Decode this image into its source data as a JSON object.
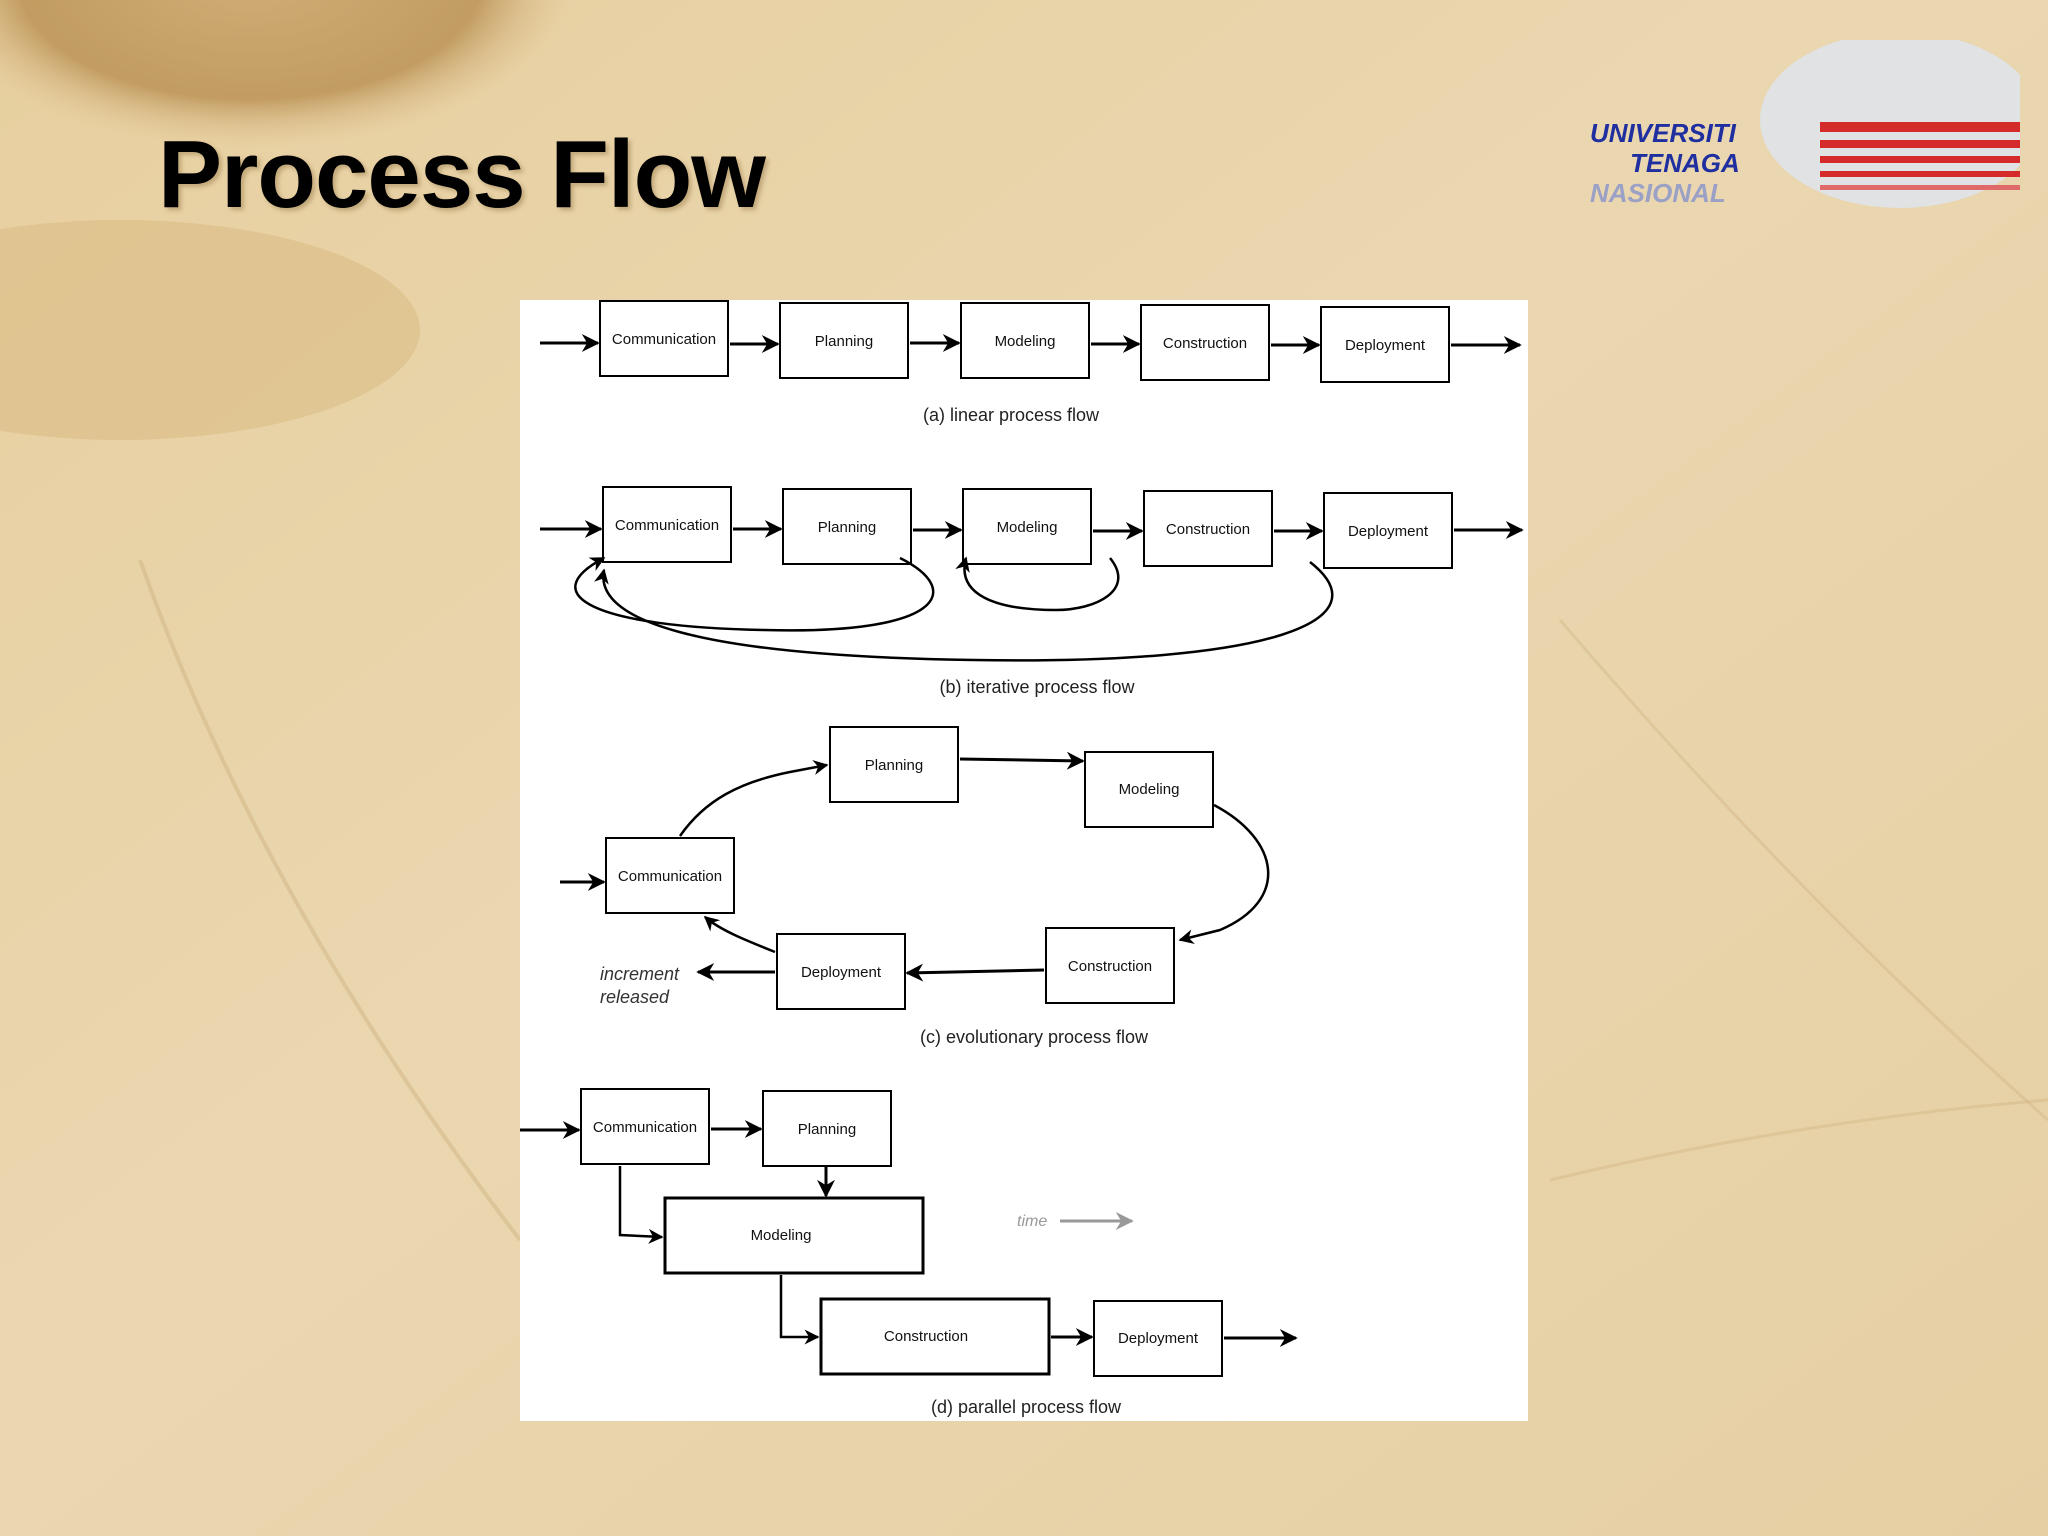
{
  "slide": {
    "title": "Process Flow",
    "logo": {
      "line1": "UNIVERSITI",
      "line2": "TENAGA",
      "line3": "NASIONAL",
      "accent_color": "#d42a2a",
      "text_color": "#1f2fa0"
    }
  },
  "diagram": {
    "activities": [
      "Communication",
      "Planning",
      "Modeling",
      "Construction",
      "Deployment"
    ],
    "a": {
      "caption": "(a) linear process flow"
    },
    "b": {
      "caption": "(b) iterative process flow"
    },
    "c": {
      "caption": "(c) evolutionary process flow",
      "increment_line1": "increment",
      "increment_line2": "released"
    },
    "d": {
      "caption": "(d) parallel process flow",
      "time_label": "time"
    }
  }
}
